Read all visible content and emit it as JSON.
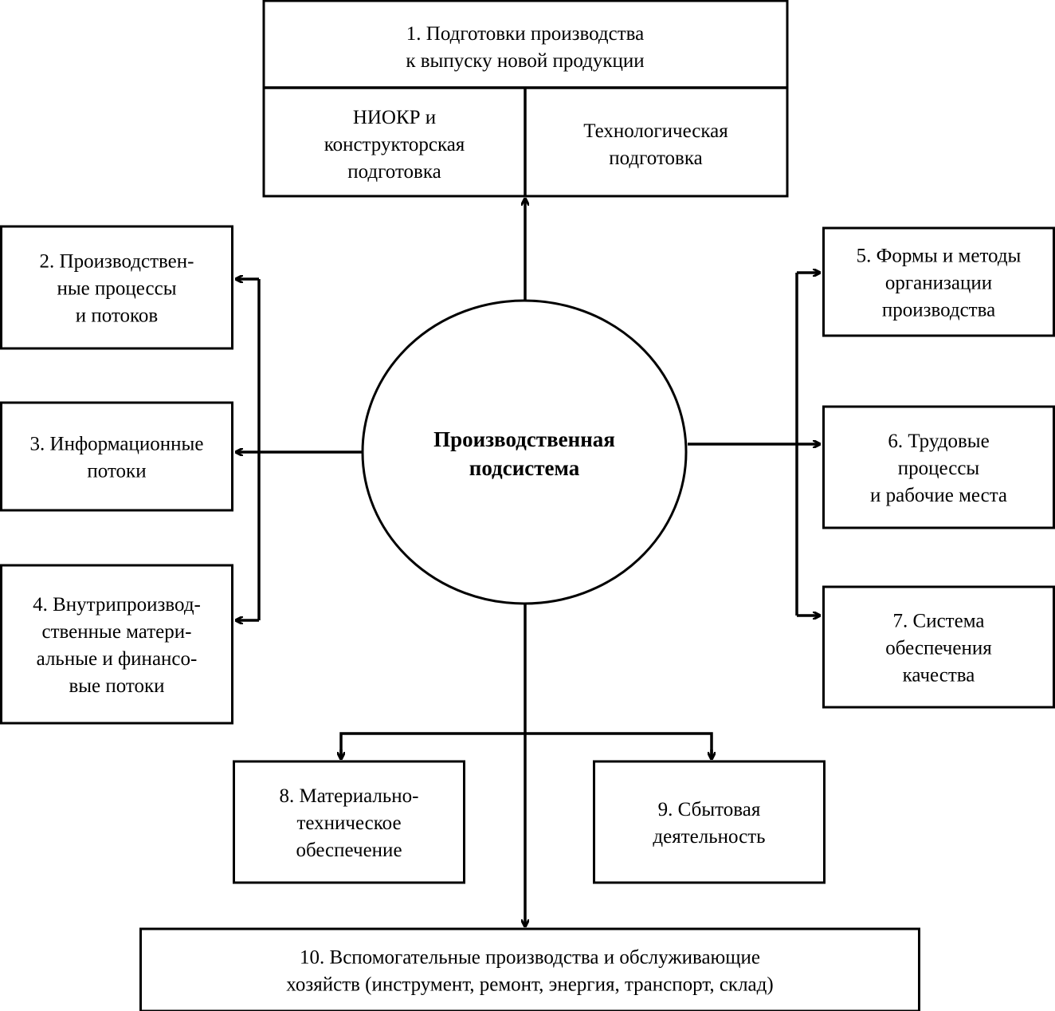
{
  "center": {
    "lines": [
      "Производственная",
      "подсистема"
    ]
  },
  "boxes": {
    "b1": {
      "title": [
        "1. Подготовки производства",
        "к выпуску новой продукции"
      ],
      "left": [
        "НИОКР и",
        "конструкторская",
        "подготовка"
      ],
      "right": [
        "Технологическая",
        "подготовка"
      ]
    },
    "b2": [
      "2. Производствен-",
      "ные процессы",
      "и потоков"
    ],
    "b3": [
      "3. Информационные",
      "потоки"
    ],
    "b4": [
      "4. Внутрипроизвод-",
      "ственные матери-",
      "альные и финансо-",
      "вые потоки"
    ],
    "b5": [
      "5. Формы и методы",
      "организации",
      "производства"
    ],
    "b6": [
      "6. Трудовые",
      "процессы",
      "и рабочие места"
    ],
    "b7": [
      "7. Система",
      "обеспечения",
      "качества"
    ],
    "b8": [
      "8. Материально-",
      "техническое",
      "обеспечение"
    ],
    "b9": [
      "9. Сбытовая",
      "деятельность"
    ],
    "b10": [
      "10. Вспомогательные производства и обслуживающие",
      "хозяйств (инструмент, ремонт, энергия, транспорт, склад)"
    ]
  }
}
